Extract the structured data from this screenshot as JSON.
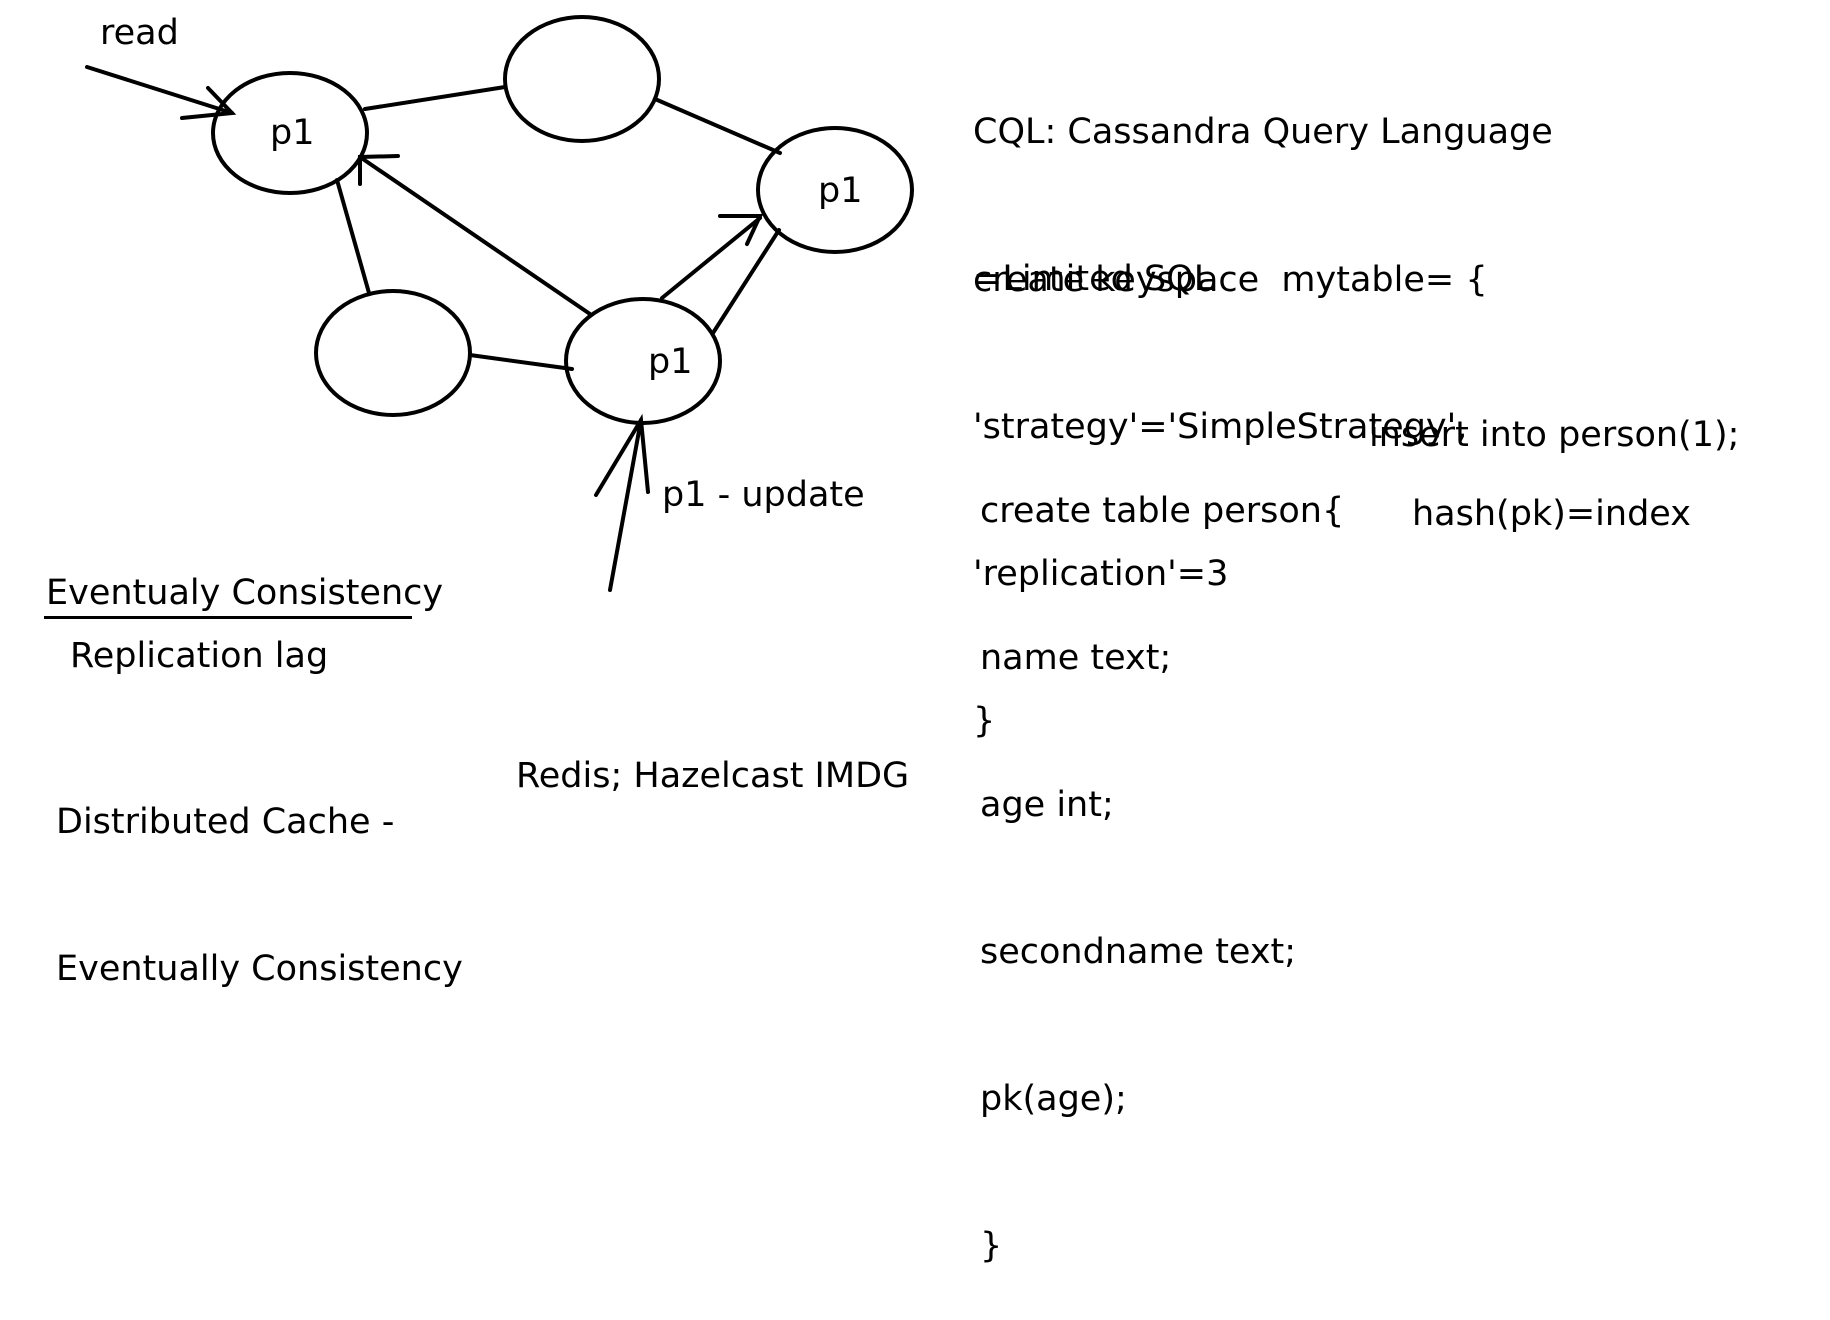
{
  "diagram": {
    "read_label": "read",
    "update_label": "p1 - update",
    "nodes": [
      {
        "id": "n1",
        "label": "p1"
      },
      {
        "id": "n2",
        "label": ""
      },
      {
        "id": "n3",
        "label": "p1"
      },
      {
        "id": "n4",
        "label": ""
      },
      {
        "id": "n5",
        "label": "p1"
      }
    ]
  },
  "notes": {
    "eventual_title": "Eventualy Consistency",
    "replication_lag": "Replication lag",
    "distributed_cache_1": "Distributed Cache -",
    "distributed_cache_2": "Eventually Consistency",
    "redis": "Redis; Hazelcast IMDG"
  },
  "cql": {
    "title_1": "CQL: Cassandra Query Language",
    "title_2": "=Limited SQL",
    "keyspace": [
      "create keyspace  mytable= {",
      "'strategy'='SimpleStrategy',",
      "'replication'=3",
      "}"
    ],
    "table": [
      "create table person{",
      "name text;",
      "age int;",
      "secondname text;",
      "pk(age);",
      "}"
    ],
    "insert": "insert into person(1);",
    "hash": "hash(pk)=index"
  }
}
